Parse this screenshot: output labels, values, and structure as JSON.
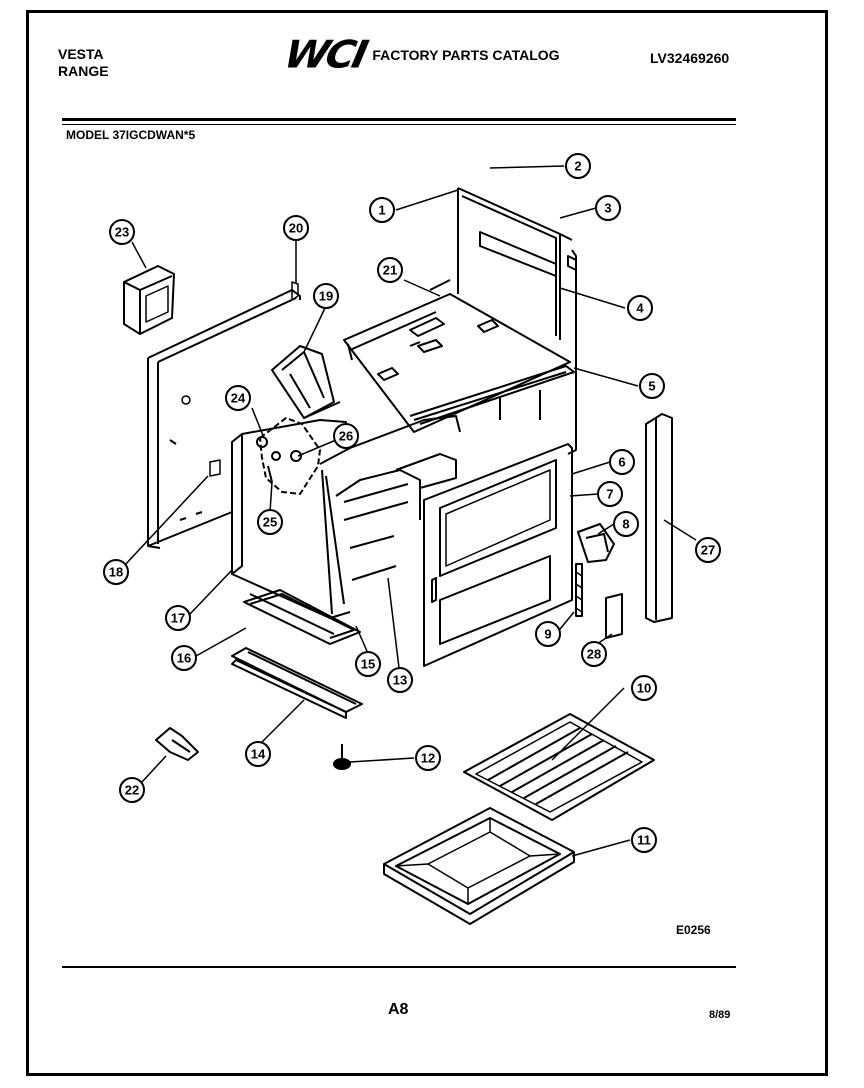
{
  "header": {
    "brand_line1": "VESTA",
    "brand_line2": "RANGE",
    "logo": "WCI",
    "catalog_title": "FACTORY PARTS CATALOG",
    "catalog_number": "LV32469260"
  },
  "model": "MODEL 37IGCDWAN*5",
  "drawing_code": "E0256",
  "page_number": "A8",
  "date": "8/89",
  "callouts": [
    {
      "num": "1"
    },
    {
      "num": "2"
    },
    {
      "num": "3"
    },
    {
      "num": "4"
    },
    {
      "num": "5"
    },
    {
      "num": "6"
    },
    {
      "num": "7"
    },
    {
      "num": "8"
    },
    {
      "num": "9"
    },
    {
      "num": "10"
    },
    {
      "num": "11"
    },
    {
      "num": "12"
    },
    {
      "num": "13"
    },
    {
      "num": "14"
    },
    {
      "num": "15"
    },
    {
      "num": "16"
    },
    {
      "num": "17"
    },
    {
      "num": "18"
    },
    {
      "num": "19"
    },
    {
      "num": "20"
    },
    {
      "num": "21"
    },
    {
      "num": "22"
    },
    {
      "num": "23"
    },
    {
      "num": "24"
    },
    {
      "num": "25"
    },
    {
      "num": "26"
    },
    {
      "num": "27"
    },
    {
      "num": "28"
    }
  ],
  "colors": {
    "ink": "#000000",
    "paper": "#ffffff"
  }
}
